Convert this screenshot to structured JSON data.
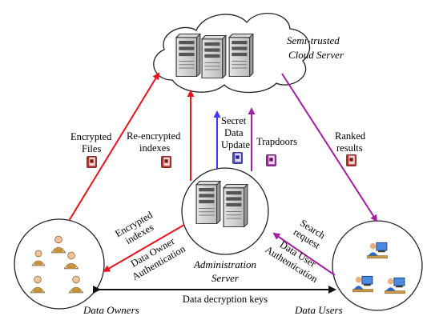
{
  "nodes": {
    "cloud_server": "Semi-trusted Cloud Server",
    "cloud_line1": "Semi-trusted",
    "cloud_line2": "Cloud Server",
    "admin_line1": "Administration",
    "admin_line2": "Server",
    "data_owners": "Data Owners",
    "data_users": "Data Users"
  },
  "edges": {
    "encrypted_files_1": "Encrypted",
    "encrypted_files_2": "Files",
    "reencrypted_1": "Re-encrypted",
    "reencrypted_2": "indexes",
    "secret_1": "Secret",
    "secret_2": "Data",
    "secret_3": "Update",
    "trapdoors": "Trapdoors",
    "ranked_1": "Ranked",
    "ranked_2": "results",
    "enc_idx_1": "Encrypted",
    "enc_idx_2": "indexes",
    "owner_auth_1": "Data Owner",
    "owner_auth_2": "Authentication",
    "search_1": "Search",
    "search_2": "request",
    "user_auth_1": "Data User",
    "user_auth_2": "Authentication",
    "decryption_keys": "Data decryption keys"
  },
  "colors": {
    "red": "#e8141c",
    "blue": "#3a3aff",
    "purple": "#a020a0",
    "black": "#111111"
  }
}
